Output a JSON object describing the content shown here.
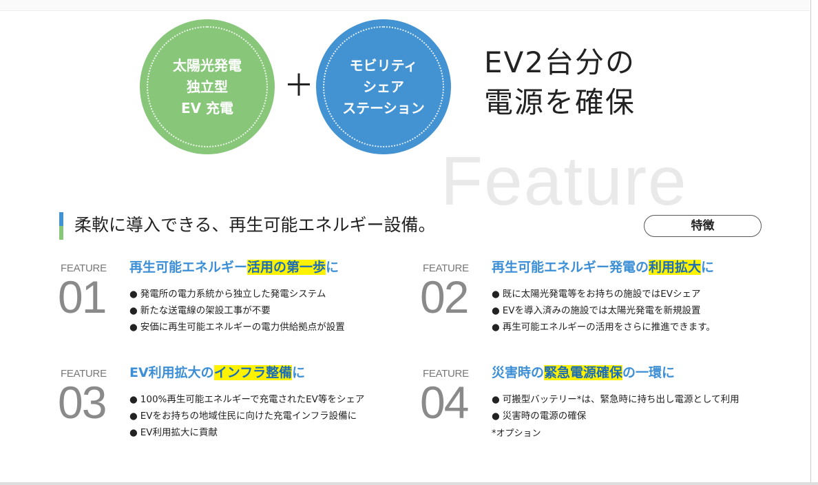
{
  "hero": {
    "circle1": [
      "太陽光発電",
      "独立型",
      "EV 充電"
    ],
    "plus": "＋",
    "circle2": [
      "モビリティ",
      "シェア",
      "ステーション"
    ],
    "headline": [
      "EV2台分の",
      "電源を確保"
    ],
    "colors": {
      "green": "#88c77a",
      "blue": "#4392d1",
      "highlight": "#fff200"
    }
  },
  "section": {
    "watermark": "Feature",
    "heading": "柔軟に導入できる、再生可能エネルギー設備。",
    "pill": "特徴"
  },
  "features": [
    {
      "label": "FEATURE",
      "num": "01",
      "title_pre": "再生可能エネルギー",
      "title_hl": "活用の第一歩",
      "title_post": "に",
      "bullets": [
        "発電所の電力系統から独立した発電システム",
        "新たな送電線の架設工事が不要",
        "安価に再生可能エネルギーの電力供給拠点が設置"
      ]
    },
    {
      "label": "FEATURE",
      "num": "02",
      "title_pre": "再生可能エネルギー発電の",
      "title_hl": "利用拡大",
      "title_post": "に",
      "bullets": [
        "既に太陽光発電等をお持ちの施設ではEVシェア",
        "EVを導入済みの施設では太陽光発電を新規設置",
        "再生可能エネルギーの活用をさらに推進できます。"
      ]
    },
    {
      "label": "FEATURE",
      "num": "03",
      "title_pre": "EV利用拡大の",
      "title_hl": "インフラ整備",
      "title_post": "に",
      "bullets": [
        "100%再生可能エネルギーで充電されたEV等をシェア",
        "EVをお持ちの地域住民に向けた充電インフラ設備に",
        "EV利用拡大に貢献"
      ]
    },
    {
      "label": "FEATURE",
      "num": "04",
      "title_pre": "災害時の",
      "title_hl": "緊急電源確保",
      "title_post": "の一環に",
      "bullets": [
        "可搬型バッテリー*は、緊急時に持ち出し電源として利用",
        "災害時の電源の確保"
      ],
      "note": "*オプション"
    }
  ]
}
